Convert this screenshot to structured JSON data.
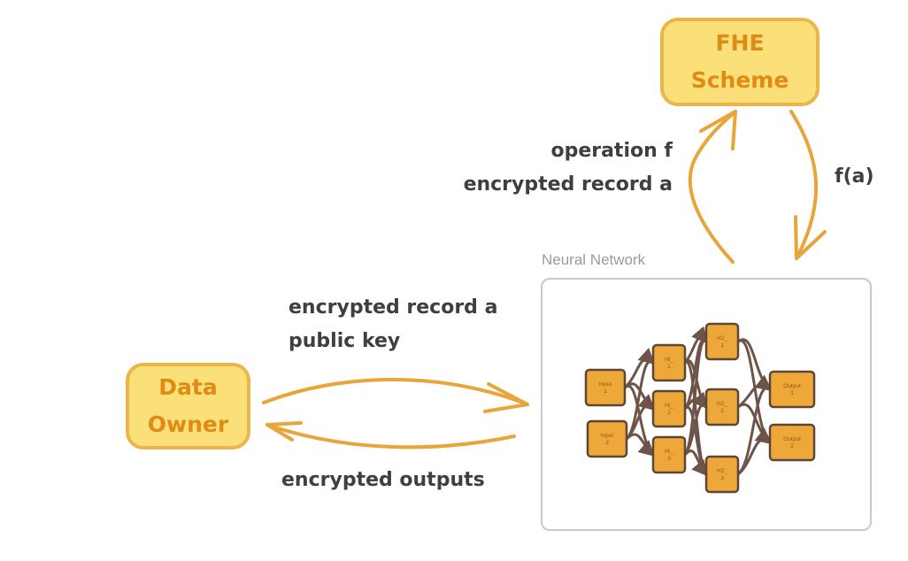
{
  "fhe_box": {
    "line1": "FHE",
    "line2": "Scheme"
  },
  "owner_box": {
    "line1": "Data",
    "line2": "Owner"
  },
  "labels": {
    "operation": "operation f",
    "encrypted_record_top": "encrypted record a",
    "fa": "f(a)",
    "encrypted_record_mid": "encrypted record a",
    "public_key": "public key",
    "encrypted_outputs": "encrypted outputs"
  },
  "neural_network": {
    "title": "Neural Network",
    "nodes": {
      "in1": [
        "Input",
        "1"
      ],
      "in2": [
        "Input",
        "2"
      ],
      "h11": [
        "Hl_",
        "1"
      ],
      "h12": [
        "Hl_",
        "2"
      ],
      "h13": [
        "Hl_",
        "3"
      ],
      "h21": [
        "H2_",
        "1"
      ],
      "h22": [
        "H2_",
        "2"
      ],
      "h23": [
        "H2_",
        "3"
      ],
      "out1": [
        "Output",
        "1"
      ],
      "out2": [
        "Output",
        "2"
      ]
    }
  },
  "colors": {
    "box_fill": "#fbe07a",
    "box_border": "#eab54a",
    "box_text": "#e08b14",
    "arrow": "#e7a53a",
    "node_fill": "#eea83a",
    "node_border": "#5e4637",
    "edge": "#6e5448",
    "label_text": "#3f3f3f"
  }
}
